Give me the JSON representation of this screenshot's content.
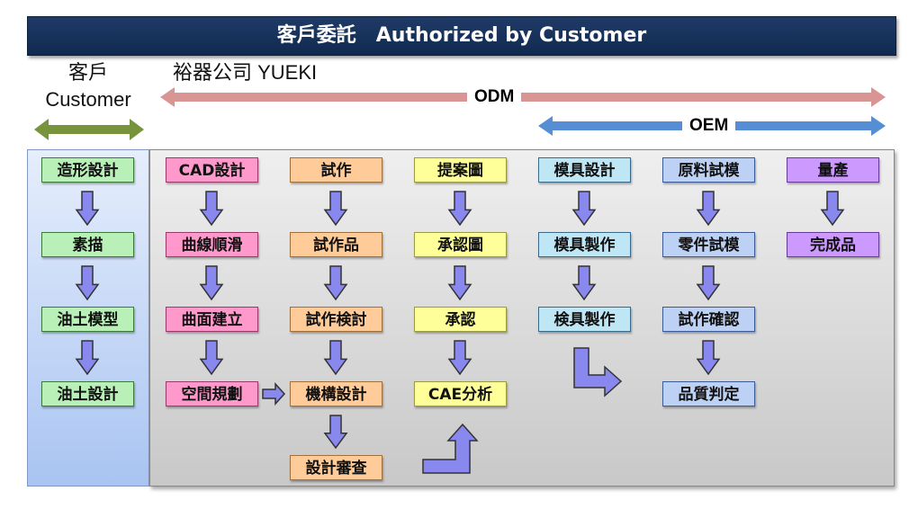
{
  "header": {
    "title": "客戶委託　Authorized by Customer"
  },
  "labels": {
    "customer_cn": "客戶",
    "customer_en": "Customer",
    "company": "裕器公司 YUEKI",
    "odm": "ODM",
    "oem": "OEM"
  },
  "columns": {
    "customer": [
      "造形設計",
      "素描",
      "油土模型",
      "油土設計"
    ],
    "cad": [
      "CAD設計",
      "曲線順滑",
      "曲面建立",
      "空間規劃"
    ],
    "trial": [
      "試作",
      "試作品",
      "試作検討",
      "機構設計",
      "設計審查"
    ],
    "proposal": [
      "提案圖",
      "承認圖",
      "承認",
      "CAE分析"
    ],
    "mold": [
      "模具設計",
      "模具製作",
      "検具製作"
    ],
    "material": [
      "原料試模",
      "零件試模",
      "試作確認",
      "品質判定"
    ],
    "production": [
      "量產",
      "完成品"
    ]
  },
  "colors": {
    "banner": "#1f3b66",
    "customer_arrow": "#77933c",
    "odm_arrow": "#d99594",
    "oem_arrow": "#558ed5",
    "flow_arrow": "#8888ee"
  }
}
